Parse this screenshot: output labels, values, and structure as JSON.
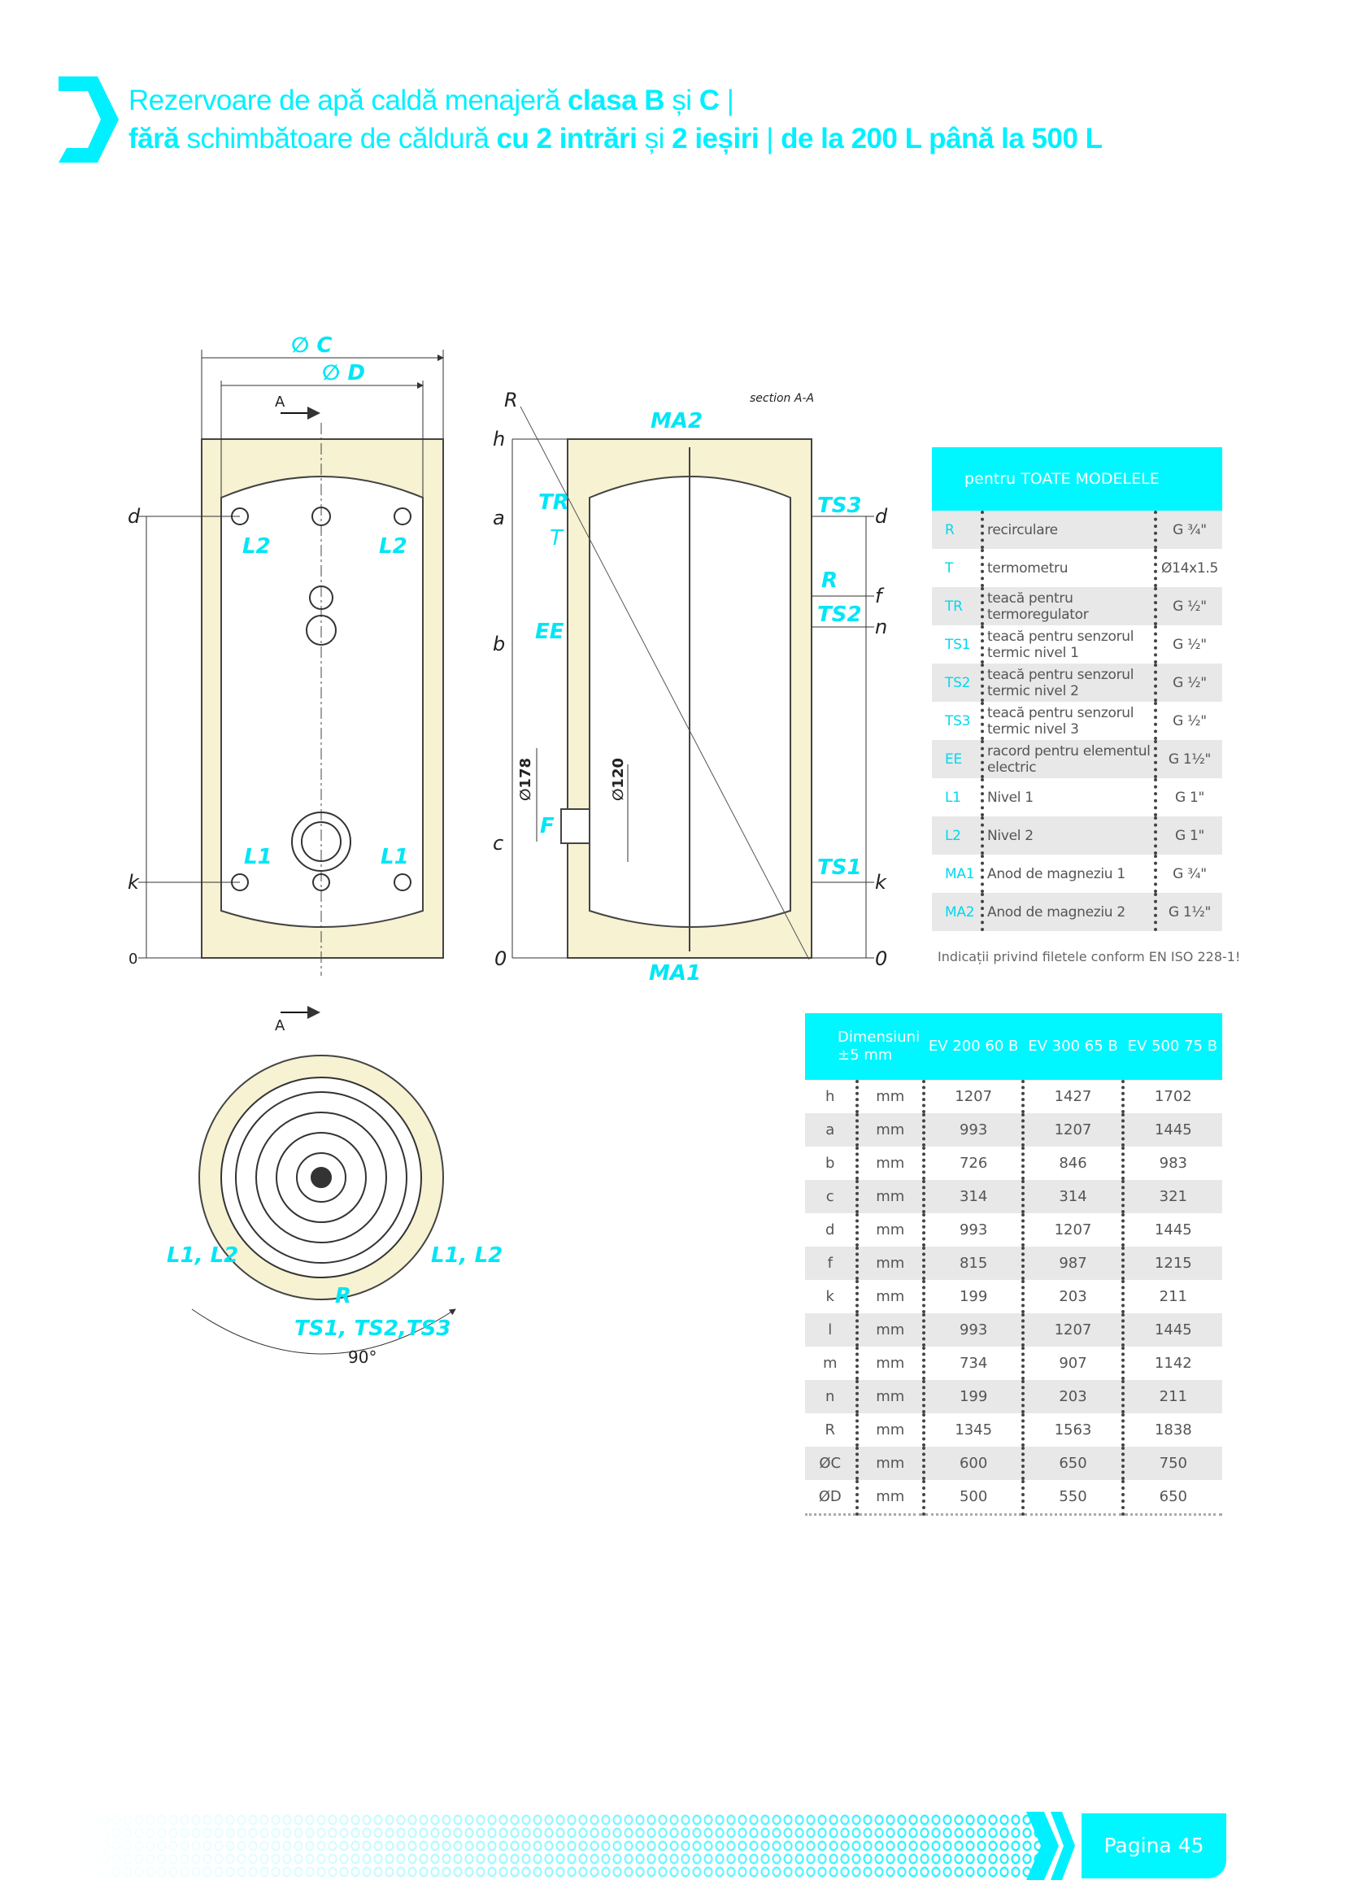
{
  "header": {
    "line1": [
      {
        "t": "Rezervoare de apă caldă menajeră ",
        "b": false
      },
      {
        "t": "clasa B",
        "b": true
      },
      {
        "t": " și ",
        "b": false
      },
      {
        "t": "C",
        "b": true
      },
      {
        "t": " |",
        "b": false
      }
    ],
    "line2": [
      {
        "t": "fără",
        "b": true
      },
      {
        "t": " schimbătoare de căldură ",
        "b": false
      },
      {
        "t": "cu 2 intrări",
        "b": true
      },
      {
        "t": " și ",
        "b": false
      },
      {
        "t": "2 ieșiri",
        "b": true
      },
      {
        "t": " | ",
        "b": false
      },
      {
        "t": "de la 200 L până la 500 L",
        "b": true
      }
    ]
  },
  "drawings": {
    "front": {
      "phi_c": "∅ C",
      "phi_d": "∅ D",
      "section_a": "A",
      "d": "d",
      "k": "k",
      "zero": "0",
      "l2": "L2",
      "l1": "L1"
    },
    "section": {
      "r": "R",
      "title": "section A-A",
      "ma2": "MA2",
      "h": "h",
      "a": "a",
      "tr": "TR",
      "t": "T",
      "ts3": "TS3",
      "d": "d",
      "r2": "R",
      "ts2": "TS2",
      "f": "f",
      "n": "n",
      "ee": "EE",
      "b": "b",
      "d178": "∅178",
      "d120": "∅120",
      "f2": "F",
      "c": "c",
      "ts1": "TS1",
      "k": "k",
      "zero": "0",
      "ma1": "MA1"
    },
    "top": {
      "l1l2": "L1, L2",
      "r": "R",
      "ts": "TS1, TS2,TS3",
      "angle": "90°"
    }
  },
  "connections_table": {
    "header": "pentru TOATE MODELELE",
    "rows": [
      {
        "code": "R",
        "desc": "recirculare",
        "value": "G ¾\""
      },
      {
        "code": "T",
        "desc": "termometru",
        "value": "Ø14x1.5"
      },
      {
        "code": "TR",
        "desc": "teacă pentru termoregulator",
        "value": "G ½\""
      },
      {
        "code": "TS1",
        "desc": "teacă pentru senzorul termic nivel 1",
        "value": "G ½\""
      },
      {
        "code": "TS2",
        "desc": "teacă pentru senzorul termic nivel 2",
        "value": "G ½\""
      },
      {
        "code": "TS3",
        "desc": "teacă pentru senzorul termic nivel 3",
        "value": "G ½\""
      },
      {
        "code": "EE",
        "desc": "racord pentru elementul electric",
        "value": "G 1½\""
      },
      {
        "code": "L1",
        "desc": "Nivel 1",
        "value": "G 1\""
      },
      {
        "code": "L2",
        "desc": "Nivel 2",
        "value": "G 1\""
      },
      {
        "code": "MA1",
        "desc": "Anod de magneziu 1",
        "value": "G ¾\""
      },
      {
        "code": "MA2",
        "desc": "Anod de magneziu 2",
        "value": "G 1½\""
      }
    ],
    "note": "Indicații privind filetele conform EN ISO 228-1!"
  },
  "dimensions_table": {
    "header_label": "Dimensiuni ±5 mm",
    "models": [
      "EV 200 60 B",
      "EV 300 65 B",
      "EV 500 75 B"
    ],
    "rows": [
      {
        "dim": "h",
        "unit": "mm",
        "values": [
          "1207",
          "1427",
          "1702"
        ]
      },
      {
        "dim": "a",
        "unit": "mm",
        "values": [
          "993",
          "1207",
          "1445"
        ]
      },
      {
        "dim": "b",
        "unit": "mm",
        "values": [
          "726",
          "846",
          "983"
        ]
      },
      {
        "dim": "c",
        "unit": "mm",
        "values": [
          "314",
          "314",
          "321"
        ]
      },
      {
        "dim": "d",
        "unit": "mm",
        "values": [
          "993",
          "1207",
          "1445"
        ]
      },
      {
        "dim": "f",
        "unit": "mm",
        "values": [
          "815",
          "987",
          "1215"
        ]
      },
      {
        "dim": "k",
        "unit": "mm",
        "values": [
          "199",
          "203",
          "211"
        ]
      },
      {
        "dim": "l",
        "unit": "mm",
        "values": [
          "993",
          "1207",
          "1445"
        ]
      },
      {
        "dim": "m",
        "unit": "mm",
        "values": [
          "734",
          "907",
          "1142"
        ]
      },
      {
        "dim": "n",
        "unit": "mm",
        "values": [
          "199",
          "203",
          "211"
        ]
      },
      {
        "dim": "R",
        "unit": "mm",
        "values": [
          "1345",
          "1563",
          "1838"
        ]
      },
      {
        "dim": "ØC",
        "unit": "mm",
        "values": [
          "600",
          "650",
          "750"
        ]
      },
      {
        "dim": "ØD",
        "unit": "mm",
        "values": [
          "500",
          "550",
          "650"
        ]
      }
    ]
  },
  "footer": {
    "page": "Pagina 45"
  },
  "colors": {
    "accent": "#00f7ff",
    "insulation": "#f6f2d2"
  }
}
